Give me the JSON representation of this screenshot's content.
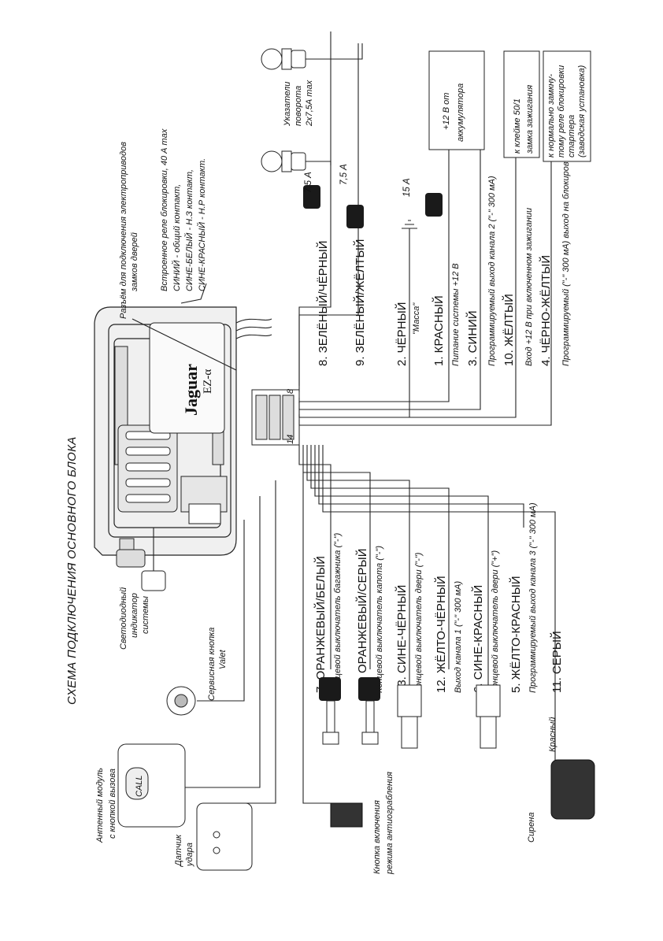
{
  "title": "СХЕМА ПОДКЛЮЧЕНИЯ ОСНОВНОГО БЛОКА",
  "unit": {
    "brand": "Jaguar",
    "model": "EZ-α",
    "connector_pin_top": "8",
    "connector_pin_bottom": "14"
  },
  "wires_top": [
    {
      "id": "w8",
      "label": "8. ЗЕЛЁНЫЙ/ЧЁРНЫЙ",
      "desc": ""
    },
    {
      "id": "w9",
      "label": "9. ЗЕЛЁНЫЙ/ЖЁЛТЫЙ",
      "desc": ""
    },
    {
      "id": "w2",
      "label": "2. ЧЁРНЫЙ",
      "desc": "\"Масса\""
    },
    {
      "id": "w1",
      "label": "1. КРАСНЫЙ",
      "desc": "Питание системы +12 В"
    },
    {
      "id": "w3",
      "label": "3. СИНИЙ",
      "desc": "Программируемый выход канала 2 (\"-\" 300 мА)"
    },
    {
      "id": "w10",
      "label": "10. ЖЁЛТЫЙ",
      "desc": "Вход +12 В при включенном зажигании"
    },
    {
      "id": "w4",
      "label": "4. ЧЁРНО-ЖЁЛТЫЙ",
      "desc": "Программируемый (\"-\" 300 мА) выход на блокировку двигателя"
    }
  ],
  "wires_bottom": [
    {
      "id": "w7",
      "label": "7. ОРАНЖЕВЫЙ/БЕЛЫЙ",
      "desc": "Концевой выключатель багажника (\"-\")"
    },
    {
      "id": "w14",
      "label": "14. ОРАНЖЕВЫЙ/СЕРЫЙ",
      "desc": "Концевой выключатель капота (\"-\")"
    },
    {
      "id": "w13",
      "label": "13. СИНЕ-ЧЁРНЫЙ",
      "desc": "Концевой выключатель двери (\"-\")"
    },
    {
      "id": "w12",
      "label": "12. ЖЁЛТО-ЧЁРНЫЙ",
      "desc": "Выход канала 1 (\"-\" 300 мА)"
    },
    {
      "id": "w6",
      "label": "6. СИНЕ-КРАСНЫЙ",
      "desc": "Концевой выключатель двери (\"+\")"
    },
    {
      "id": "w5",
      "label": "5. ЖЁЛТО-КРАСНЫЙ",
      "desc": "Программируемый выход канала 3 (\"-\" 300 мА)"
    },
    {
      "id": "w11",
      "label": "11. СЕРЫЙ",
      "desc": ""
    }
  ],
  "door_lock_connector": [
    "Разъём для подключения электроприводов",
    "замков дверей"
  ],
  "relay_block": [
    "Встроенное реле блокировки, 40 А max",
    "СИНИЙ - общий контакт,",
    "СИНЕ-БЕЛЫЙ - Н.З контакт,",
    "СИНЕ-КРАСНЫЙ - Н.Р контакт."
  ],
  "turn_signals": [
    "Указатели",
    "поворота",
    "2х7,5А max"
  ],
  "fuses": {
    "f1": "7,5 А",
    "f2": "7,5 А",
    "f3": "15 А"
  },
  "battery": [
    "+12 В от",
    "аккумулятора"
  ],
  "ignition": [
    "к клейме 50/1",
    "замка зажигания"
  ],
  "starter": [
    "к нормально замкну-",
    "тому реле блокировки",
    "стартера",
    "(заводская установка)"
  ],
  "led": [
    "Светодиодный",
    "индикатор",
    "системы"
  ],
  "valet": [
    "Сервисная кнопка",
    "Valet"
  ],
  "antenna": [
    "Антенный модуль",
    "с кнопкой вызова"
  ],
  "antenna_button": "CALL",
  "shock_sensor": [
    "Датчик",
    "удара"
  ],
  "antihijack": [
    "Кнопка включения",
    "режима антиограбления"
  ],
  "siren": "Сирена",
  "siren_wire": "Красный"
}
